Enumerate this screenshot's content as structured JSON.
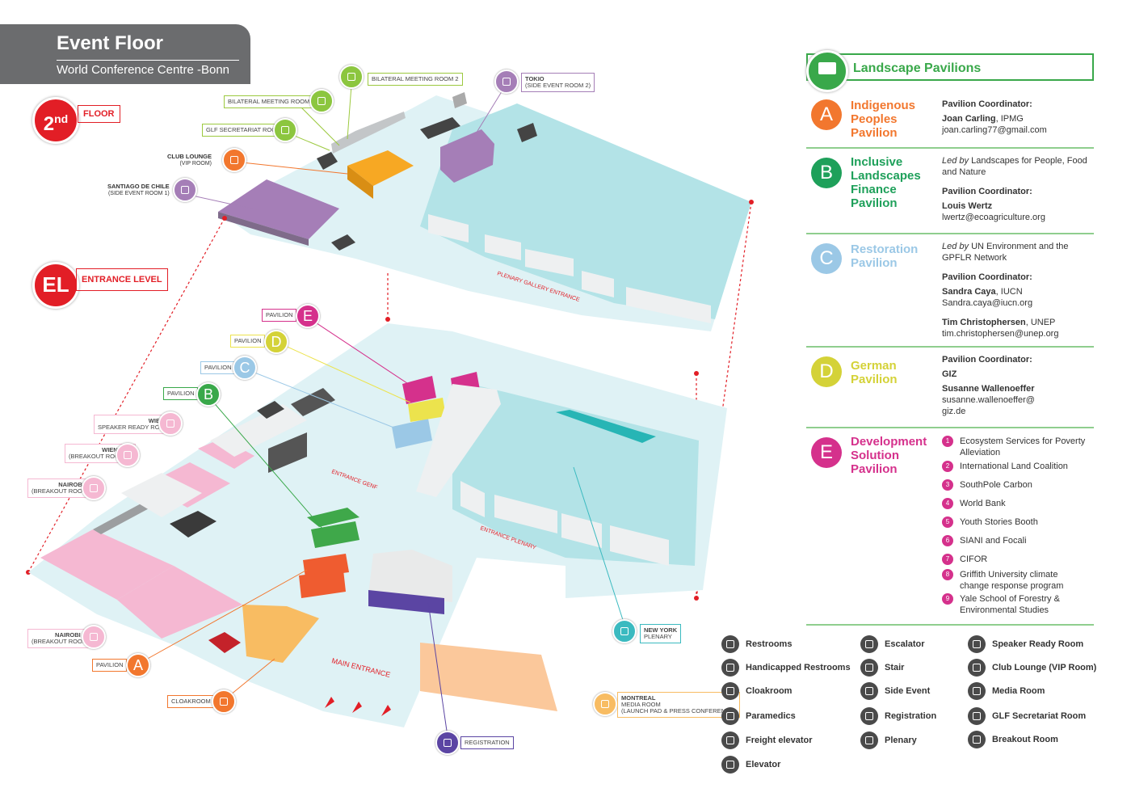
{
  "header": {
    "title": "Event Floor",
    "subtitle": "World Conference Centre -Bonn"
  },
  "levels": {
    "floor2": {
      "badge_num": "2",
      "badge_sup": "nd",
      "label": "FLOOR"
    },
    "entrance": {
      "badge": "EL",
      "label": "ENTRANCE LEVEL"
    }
  },
  "colors": {
    "floor": "#dff2f5",
    "plenary": "#b3e3e7",
    "pink": "#f5b8d2",
    "purple": "#a57eb7",
    "orange": "#f2772e",
    "green": "#39a84a",
    "lightblue": "#9bc8e6",
    "yellow": "#ece34d",
    "magenta": "#d5318c",
    "red": "#e21e26",
    "dark": "#4a4a4a",
    "teal": "#3bbac0"
  },
  "map_labels": {
    "bilateral2": "BILATERAL MEETING ROOM 2",
    "bilateral1": "BILATERAL MEETING ROOM 1",
    "glf": "GLF SECRETARIAT ROOM",
    "club": "CLUB LOUNGE",
    "club_sub": "(VIP ROOM)",
    "santiago": "SANTIAGO DE CHILE",
    "santiago_sub": "(SIDE EVENT ROOM 1)",
    "tokio": "TOKIO",
    "tokio_sub": "(SIDE EVENT ROOM 2)",
    "plenary_gallery": "PLENARY GALLERY ENTRANCE",
    "pav_e": "PAVILION",
    "pav_d": "PAVILION",
    "pav_c": "PAVILION",
    "pav_b": "PAVILION",
    "pav_a": "PAVILION",
    "wien3": "WIEN 3",
    "wien3_sub": "SPEAKER READY ROOM",
    "wien12": "WIEN 1 - 2",
    "wien12_sub": "(BREAKOUT ROOM 3)",
    "nairobi34": "NAIROBI 3-4",
    "nairobi34_sub": "(BREAKOUT ROOM 2)",
    "nairobi12": "NAIROBI 1 - 2",
    "nairobi12_sub": "(BREAKOUT ROOM 1)",
    "entrance_genf": "ENTRANCE GENF",
    "entrance_plenary": "ENTRANCE PLENARY",
    "new_york": "NEW YORK",
    "new_york_sub": "PLENARY",
    "main_entrance": "MAIN ENTRANCE",
    "cloakroom": "CLOAKROOM",
    "montreal": "MONTREAL",
    "montreal_sub1": "MEDIA ROOM",
    "montreal_sub2": "(LAUNCH PAD & PRESS CONFERENCE)",
    "registration": "REGISTRATION",
    "letter_a": "A",
    "letter_b": "B",
    "letter_c": "C",
    "letter_d": "D",
    "letter_e": "E"
  },
  "panel": {
    "title": "Landscape Pavilions",
    "pavilions": [
      {
        "letter": "A",
        "name_lines": [
          "Indigenous",
          "Peoples",
          "Pavilion"
        ],
        "color": "#f2772e",
        "info": [
          {
            "bold": "Pavilion Coordinator:"
          },
          {
            "bold_part": "Joan Carling",
            "text": ", IPMG"
          },
          {
            "text": "joan.carling77@gmail.com"
          }
        ]
      },
      {
        "letter": "B",
        "name_lines": [
          "Inclusive",
          "Landscapes",
          "Finance",
          "Pavilion"
        ],
        "color": "#1ea05a",
        "led_by": "Landscapes for People, Food and Nature",
        "led_label": "Led by",
        "coord_label": "Pavilion Coordinator:",
        "coord_name": "Louis Wertz",
        "coord_email": "lwertz@ecoagriculture.org"
      },
      {
        "letter": "C",
        "name_lines": [
          "Restoration",
          "Pavilion"
        ],
        "color": "#9bc8e6",
        "led_by": "UN Environment and the GPFLR Network",
        "led_label": "Led by",
        "coord_label": "Pavilion Coordinator:",
        "c1_name": "Sandra Caya",
        "c1_org": ", IUCN",
        "c1_email": "Sandra.caya@iucn.org",
        "c2_name": "Tim  Christophersen",
        "c2_org": ", UNEP",
        "c2_email": "tim.christophersen@unep.org"
      },
      {
        "letter": "D",
        "name_lines": [
          "German",
          "Pavilion"
        ],
        "color": "#d4d238",
        "coord_label": "Pavilion Coordinator:",
        "org": "GIZ",
        "coord_name": "Susanne Wallenoeffer",
        "email1": "susanne.wallenoeffer@",
        "email2": "giz.de"
      },
      {
        "letter": "E",
        "name_lines": [
          "Development",
          "Solution",
          "Pavilion"
        ],
        "color": "#d5318c",
        "items": [
          {
            "n": "1",
            "text": "Ecosystem Services for Poverty Alleviation"
          },
          {
            "n": "2",
            "text": "International Land Coalition"
          },
          {
            "n": "3",
            "text": "SouthPole Carbon"
          },
          {
            "n": "4",
            "text": "World Bank"
          },
          {
            "n": "5",
            "text": "Youth Stories Booth"
          },
          {
            "n": "6",
            "text": "SIANI and Focali"
          },
          {
            "n": "7",
            "text": "CIFOR"
          },
          {
            "n": "8",
            "text": "Griffith University climate change response program"
          },
          {
            "n": "9",
            "text": "Yale School of Forestry & Environmental Studies"
          }
        ]
      }
    ]
  },
  "legend": [
    {
      "icon": "restroom-icon",
      "label": "Restrooms"
    },
    {
      "icon": "wheelchair-icon",
      "label": "Handicapped Restrooms"
    },
    {
      "icon": "hanger-icon",
      "label": "Cloakroom"
    },
    {
      "icon": "cross-icon",
      "label": "Paramedics"
    },
    {
      "icon": "freight-elevator-icon",
      "label": "Freight elevator"
    },
    {
      "icon": "elevator-icon",
      "label": "Elevator"
    },
    {
      "icon": "escalator-icon",
      "label": "Escalator"
    },
    {
      "icon": "stair-icon",
      "label": "Stair"
    },
    {
      "icon": "side-event-icon",
      "label": "Side Event"
    },
    {
      "icon": "registration-icon",
      "label": "Registration"
    },
    {
      "icon": "plenary-icon",
      "label": "Plenary"
    },
    {
      "icon": "speaker-icon",
      "label": "Speaker Ready Room"
    },
    {
      "icon": "club-lounge-icon",
      "label": "Club Lounge (VIP Room)"
    },
    {
      "icon": "media-room-icon",
      "label": "Media Room"
    },
    {
      "icon": "glf-icon",
      "label": "GLF Secretariat Room"
    },
    {
      "icon": "breakout-icon",
      "label": "Breakout Room"
    }
  ]
}
